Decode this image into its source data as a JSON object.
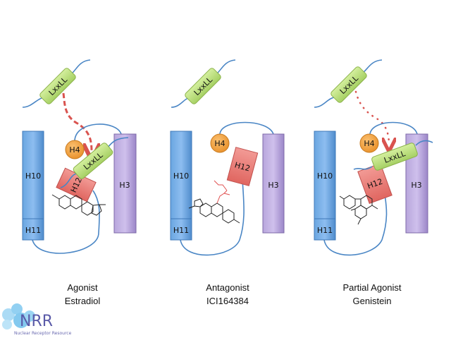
{
  "panels": [
    {
      "id": "agonist",
      "caption_line1": "Agonist",
      "caption_line2": "Estradiol",
      "helices": {
        "h10": "H10",
        "h11": "H11",
        "h3": "H3",
        "h4": "H4",
        "h12": "H12"
      },
      "coactivator_free": "LxxLL",
      "coactivator_bound": "LxxLL",
      "arrow_style": "dashed",
      "ligand": "estradiol"
    },
    {
      "id": "antagonist",
      "caption_line1": "Antagonist",
      "caption_line2": "ICI164384",
      "helices": {
        "h10": "H10",
        "h11": "H11",
        "h3": "H3",
        "h4": "H4",
        "h12": "H12"
      },
      "coactivator_free": "LxxLL",
      "arrow_style": "none",
      "ligand": "ICI164384"
    },
    {
      "id": "partial-agonist",
      "caption_line1": "Partial Agonist",
      "caption_line2": "Genistein",
      "helices": {
        "h10": "H10",
        "h11": "H11",
        "h3": "H3",
        "h4": "H4",
        "h12": "H12"
      },
      "coactivator_free": "LxxLL",
      "coactivator_bound": "LxxLL",
      "arrow_style": "dotted",
      "ligand": "genistein"
    }
  ],
  "logo": {
    "initials": "NRR",
    "tagline": "Nuclear Receptor Resource"
  },
  "colors": {
    "helix_blue": "#5b9bd5",
    "helix_purple": "#b4a7d6",
    "h4_orange": "#f0a040",
    "h12_red": "#e57373",
    "lxxll_green": "#b6d97a",
    "loop_blue": "#4a86c5",
    "arrow_red": "#d9534f",
    "ligand_black": "#222222",
    "antagonist_sidechain": "#e05050"
  }
}
